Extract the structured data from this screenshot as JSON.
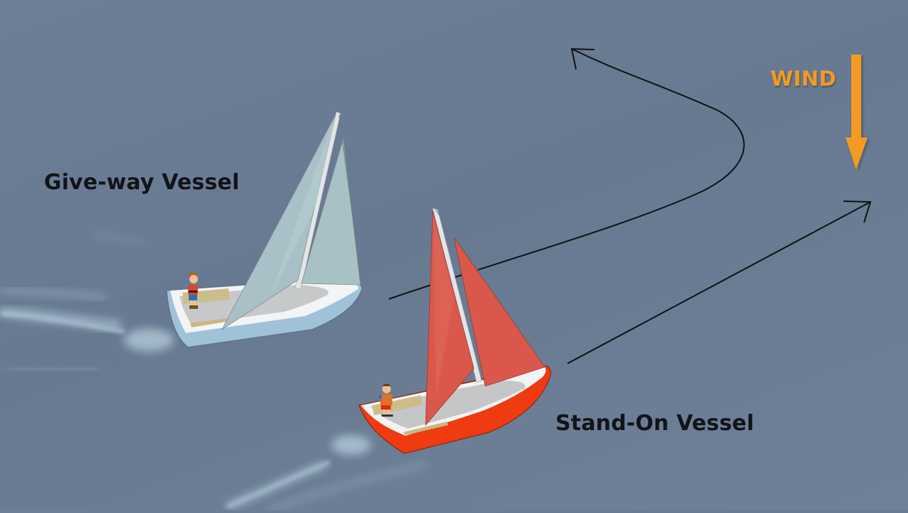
{
  "labels": {
    "give_way": "Give-way Vessel",
    "stand_on": "Stand-On Vessel",
    "wind": "WIND"
  },
  "colors": {
    "background": "#6a7d93",
    "wind_arrow": "#f39a23",
    "give_way_sails": "#a9c1c6",
    "give_way_hull": "#9fc2d8",
    "stand_on_sails": "#d9584b",
    "stand_on_hull": "#f03a10",
    "course_lines": "#111111",
    "text": "#111418"
  },
  "diagram": {
    "wind_direction": "down",
    "give_way_course": "turns to starboard, loops behind stand-on vessel",
    "stand_on_course": "straight ahead, up and to the right"
  }
}
